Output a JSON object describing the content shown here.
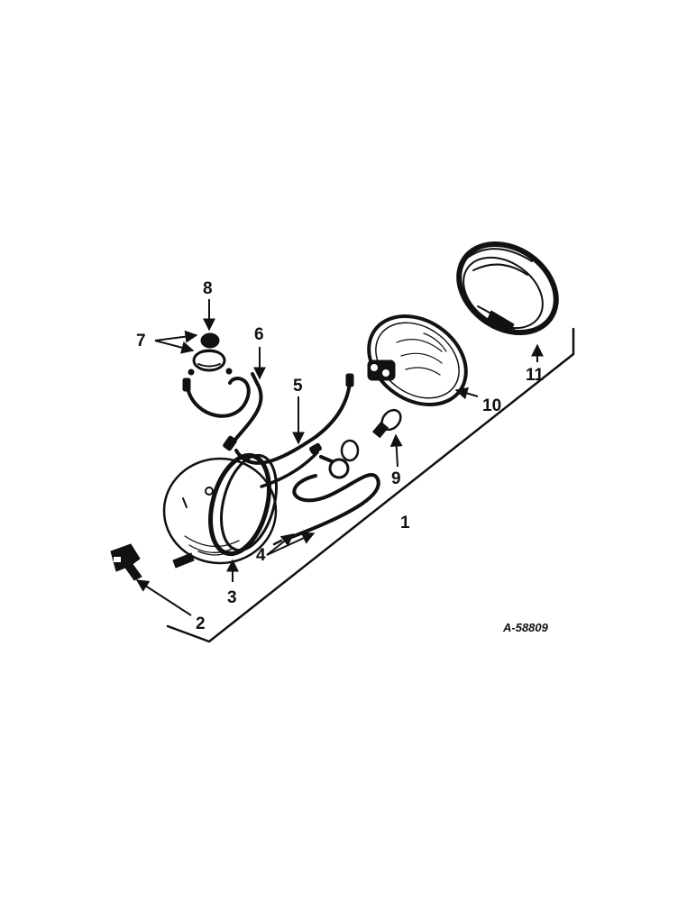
{
  "drawing_code": "A-58809",
  "callouts": {
    "c1": "1",
    "c2": "2",
    "c3": "3",
    "c4": "4",
    "c5": "5",
    "c6": "6",
    "c7": "7",
    "c8": "8",
    "c9": "9",
    "c10": "10",
    "c11": "11"
  },
  "colors": {
    "ink": "#111111",
    "paper": "#ffffff"
  }
}
